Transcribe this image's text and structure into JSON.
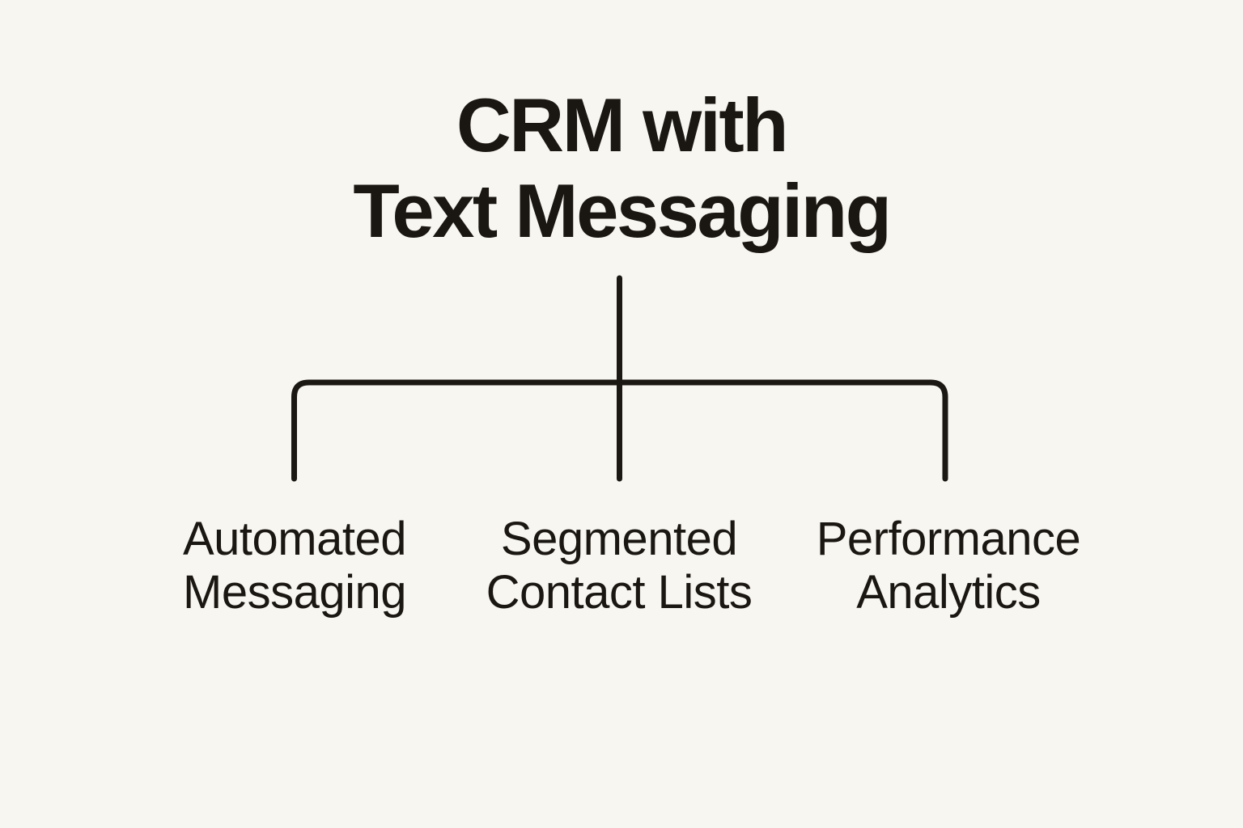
{
  "diagram": {
    "title": {
      "line1": "CRM with",
      "line2": "Text Messaging"
    },
    "branches": [
      {
        "lines": [
          "Automated",
          "Messaging"
        ]
      },
      {
        "lines": [
          "Segmented",
          "Contact Lists"
        ]
      },
      {
        "lines": [
          "Performance",
          "Analytics"
        ]
      }
    ],
    "colors": {
      "background": "#f8f6f0",
      "line": "#1b1813",
      "text": "#1a1712"
    }
  }
}
